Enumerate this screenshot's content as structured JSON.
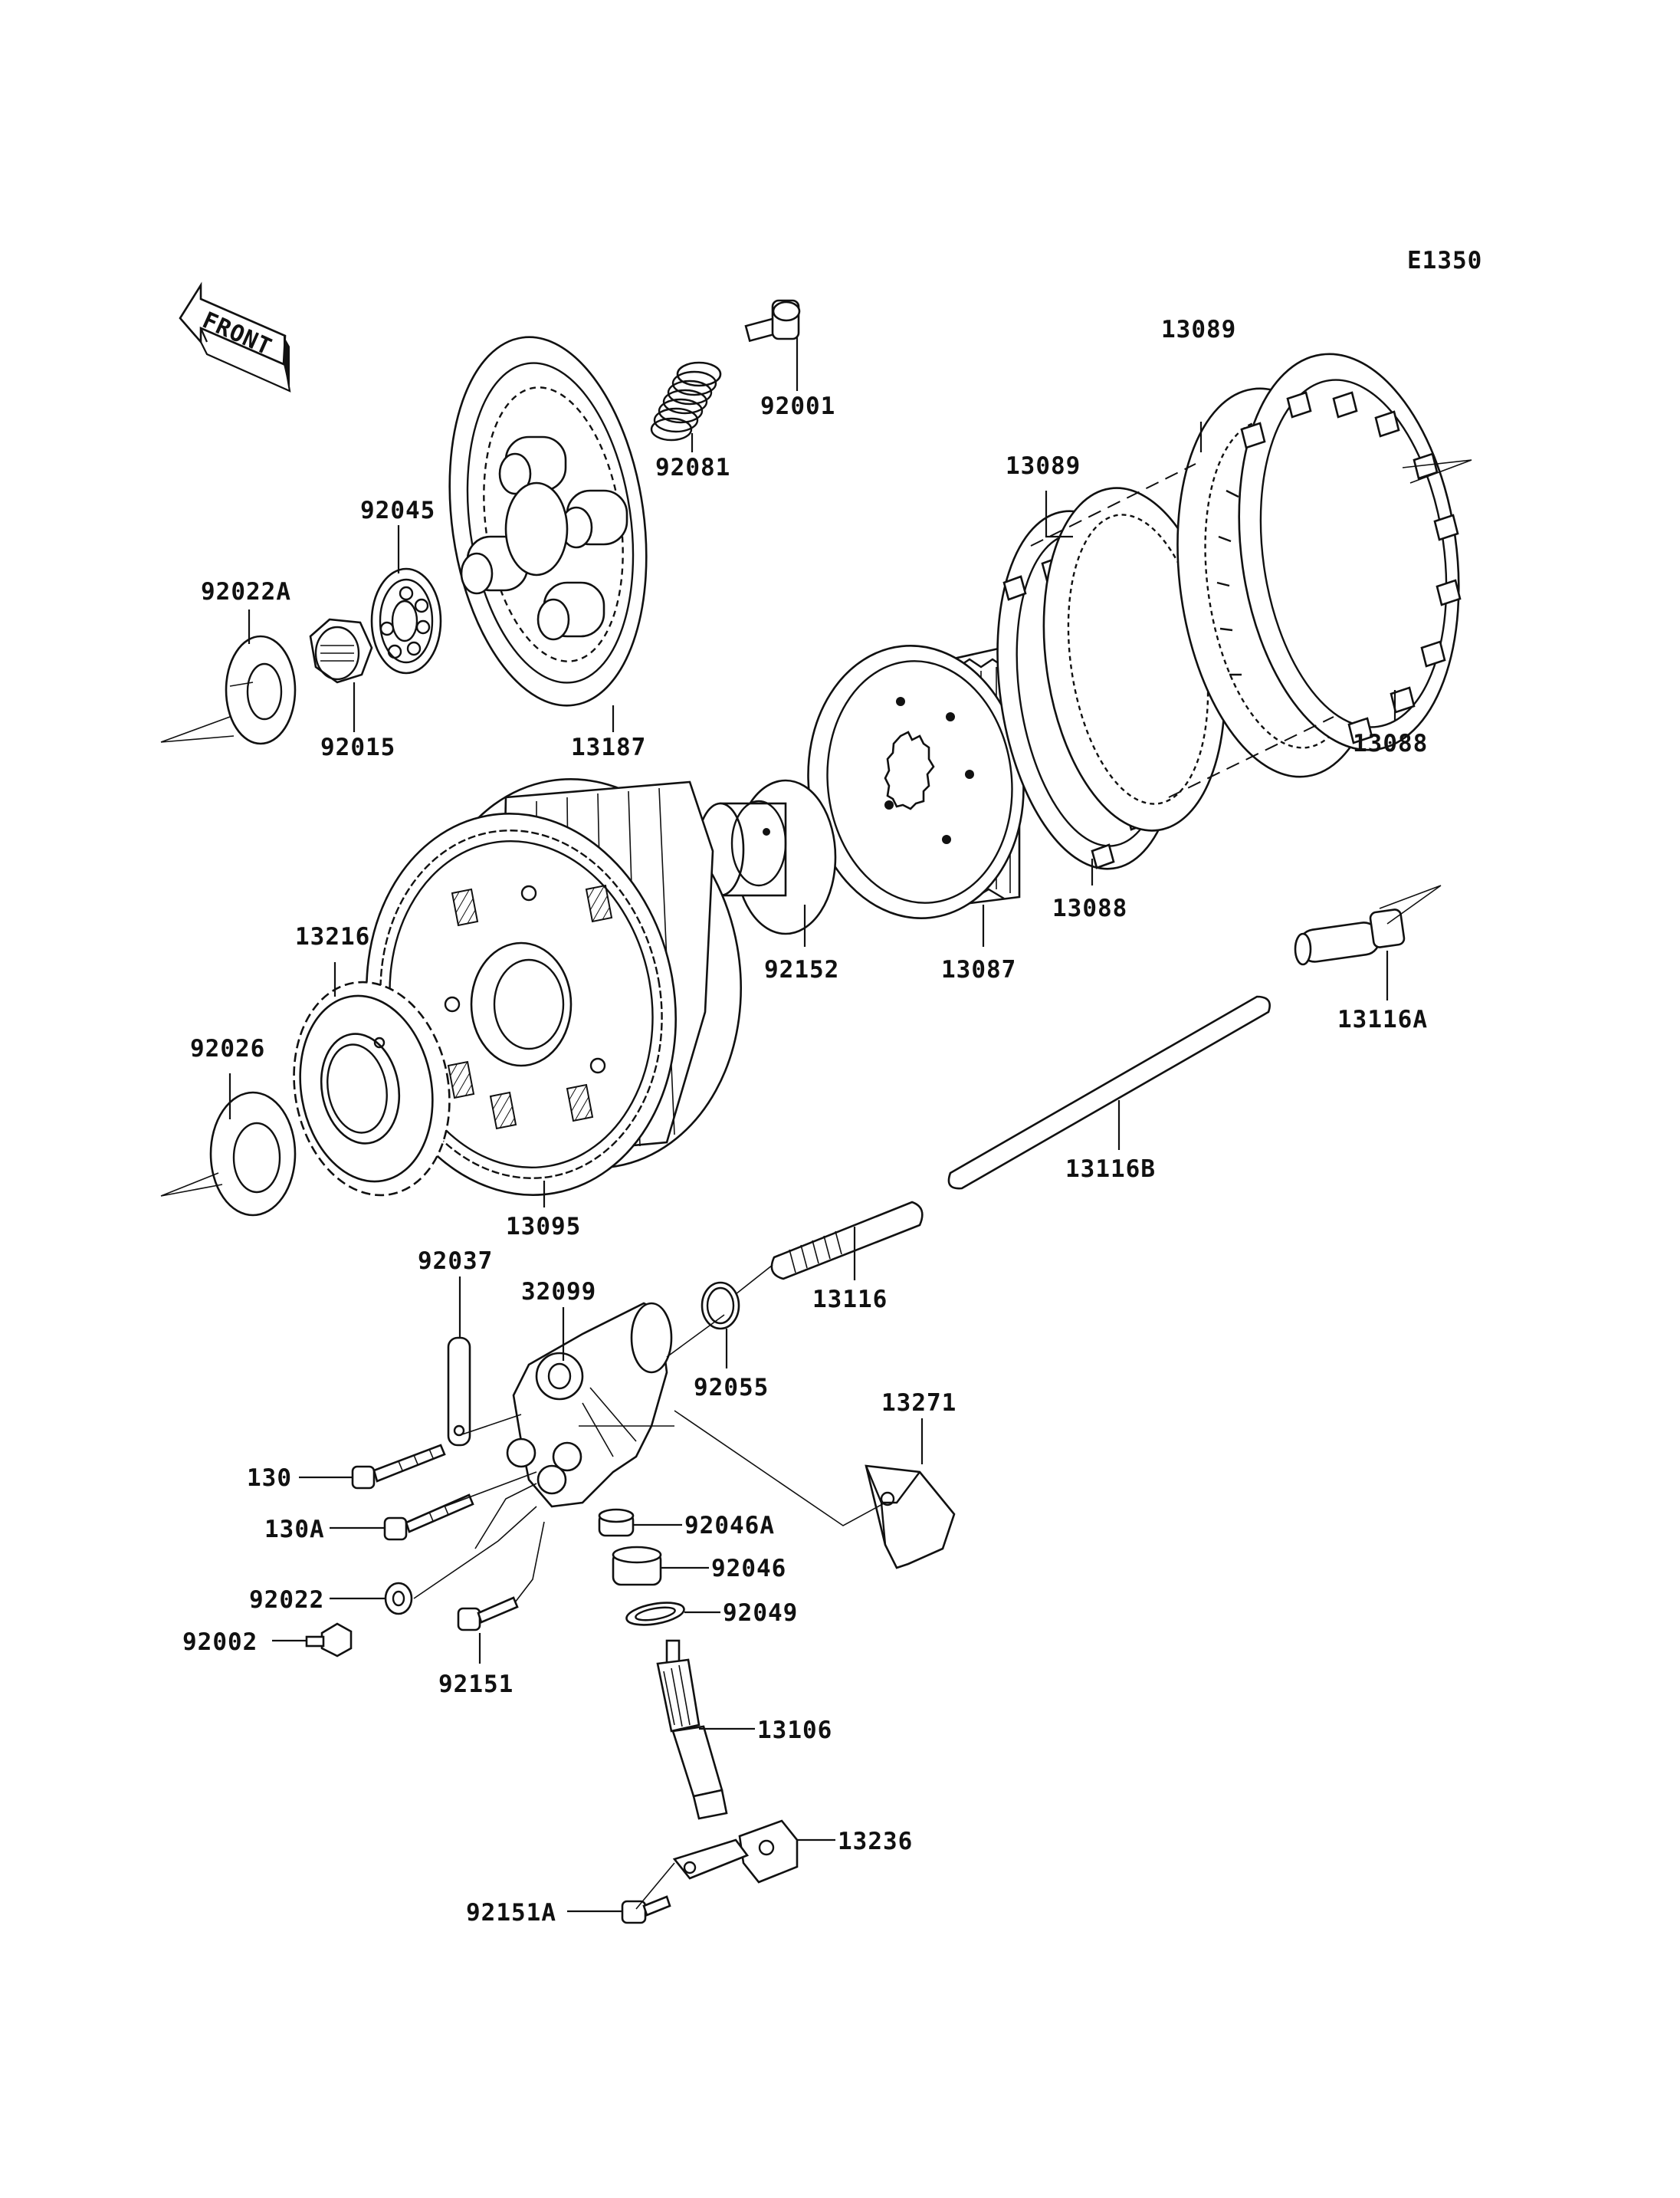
{
  "diagram": {
    "code": "E1350",
    "front_label": "FRONT"
  },
  "parts": [
    {
      "id": "p92001",
      "label": "92001"
    },
    {
      "id": "p92081",
      "label": "92081"
    },
    {
      "id": "p92045",
      "label": "92045"
    },
    {
      "id": "p92022A",
      "label": "92022A"
    },
    {
      "id": "p92015",
      "label": "92015"
    },
    {
      "id": "p13187",
      "label": "13187"
    },
    {
      "id": "p13089a",
      "label": "13089"
    },
    {
      "id": "p13089b",
      "label": "13089"
    },
    {
      "id": "p13088a",
      "label": "13088"
    },
    {
      "id": "p13088b",
      "label": "13088"
    },
    {
      "id": "p13216",
      "label": "13216"
    },
    {
      "id": "p92026",
      "label": "92026"
    },
    {
      "id": "p13095",
      "label": "13095"
    },
    {
      "id": "p92152",
      "label": "92152"
    },
    {
      "id": "p13087",
      "label": "13087"
    },
    {
      "id": "p13116A",
      "label": "13116A"
    },
    {
      "id": "p13116B",
      "label": "13116B"
    },
    {
      "id": "p92037",
      "label": "92037"
    },
    {
      "id": "p32099",
      "label": "32099"
    },
    {
      "id": "p13116",
      "label": "13116"
    },
    {
      "id": "p92055",
      "label": "92055"
    },
    {
      "id": "p13271",
      "label": "13271"
    },
    {
      "id": "p130",
      "label": "130"
    },
    {
      "id": "p130A",
      "label": "130A"
    },
    {
      "id": "p92022",
      "label": "92022"
    },
    {
      "id": "p92002",
      "label": "92002"
    },
    {
      "id": "p92151",
      "label": "92151"
    },
    {
      "id": "p92046A",
      "label": "92046A"
    },
    {
      "id": "p92046",
      "label": "92046"
    },
    {
      "id": "p92049",
      "label": "92049"
    },
    {
      "id": "p13106",
      "label": "13106"
    },
    {
      "id": "p13236",
      "label": "13236"
    },
    {
      "id": "p92151A",
      "label": "92151A"
    }
  ]
}
